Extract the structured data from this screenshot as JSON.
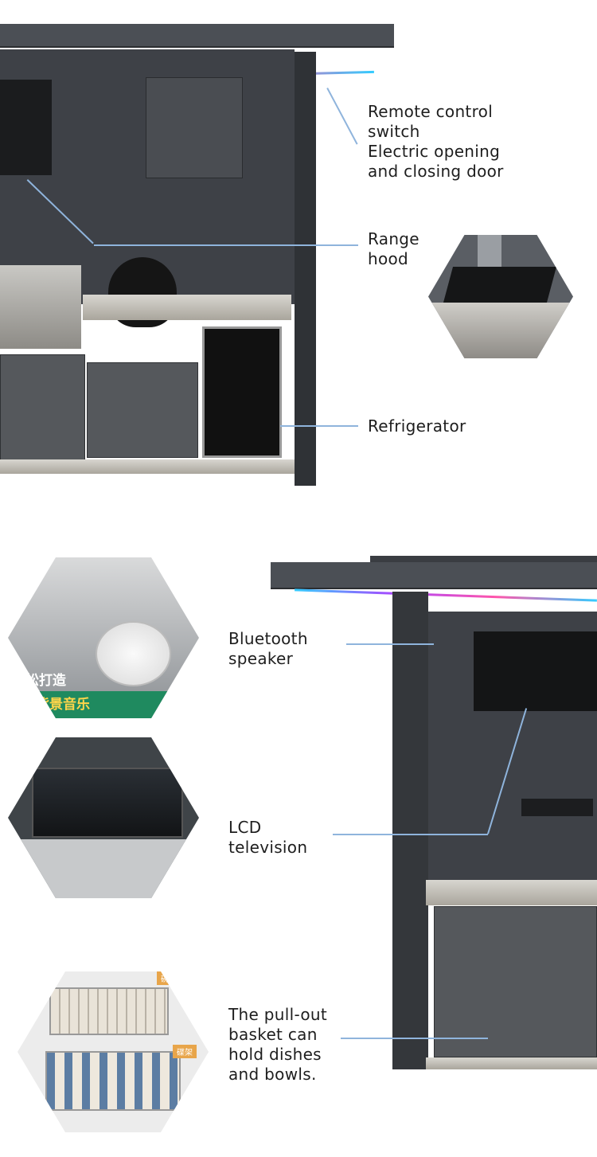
{
  "top_section": {
    "labels": {
      "remote_line1": "Remote control",
      "remote_line2": "switch",
      "door_line1": "Electric opening",
      "door_line2": "and closing door",
      "range_line1": "Range",
      "range_line2": "hood",
      "refrigerator": "Refrigerator"
    }
  },
  "bottom_section": {
    "labels": {
      "speaker_line1": "Bluetooth",
      "speaker_line2": "speaker",
      "tv_line1": "LCD",
      "tv_line2": "television",
      "basket_line1": "The pull-out",
      "basket_line2": "basket can",
      "basket_line3": "hold dishes",
      "basket_line4": "and bowls."
    },
    "speaker_image_text": {
      "line1": "松打造",
      "line2": "背景音乐"
    },
    "basket_image_tags": [
      "碗",
      "碟架"
    ]
  },
  "colors": {
    "callout_line": "#8fb4dc",
    "cabinet": "#3a3d42"
  }
}
